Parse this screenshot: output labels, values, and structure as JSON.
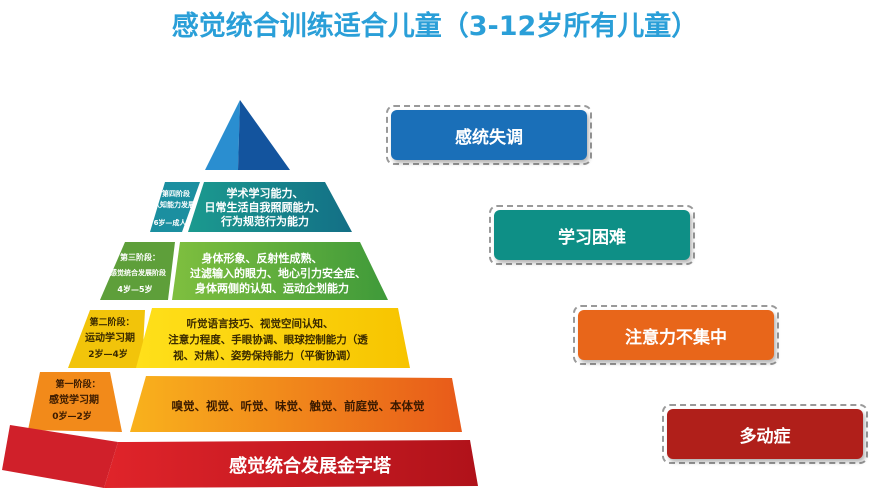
{
  "title": "感觉统合训练适合儿童（3-12岁所有儿童）",
  "pyramid": {
    "base_label": "感觉统合发展金字塔",
    "stages": [
      {
        "name": "第四阶段",
        "sub": "认知能力发展",
        "age": "6岁—成人",
        "skills": [
          "学术学习能力、",
          "日常生活自我照顾能力、",
          "行为规范行为能力"
        ]
      },
      {
        "name": "第三阶段：",
        "sub": "感觉统合发展阶段",
        "age": "4岁—5岁",
        "skills": [
          "身体形象、反射性成熟、",
          "过滤输入的眼力、地心引力安全症、",
          "身体两侧的认知、运动企划能力"
        ]
      },
      {
        "name": "第二阶段：",
        "sub": "运动学习期",
        "age": "2岁—4岁",
        "skills": [
          "听觉语言技巧、视觉空间认知、",
          "注意力程度、手眼协调、眼球控制能力（透",
          "视、对焦）、姿势保持能力（平衡协调）"
        ]
      },
      {
        "name": "第一阶段：",
        "sub": "感觉学习期",
        "age": "0岁—2岁",
        "skills": [
          "嗅觉、视觉、听觉、味觉、触觉、前庭觉、本体觉"
        ]
      }
    ]
  },
  "tags": [
    {
      "label": "感统失调",
      "color": "#1a6fb8"
    },
    {
      "label": "学习困难",
      "color": "#0e8f86"
    },
    {
      "label": "注意力不集中",
      "color": "#e8661a"
    },
    {
      "label": "多动症",
      "color": "#b01f1a"
    }
  ]
}
